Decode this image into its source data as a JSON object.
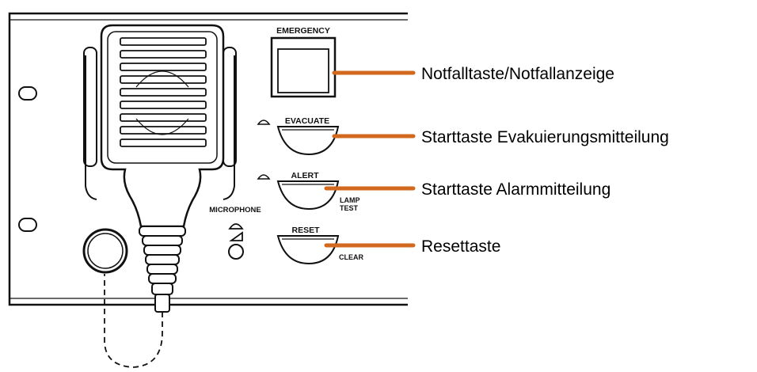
{
  "panel": {
    "labels": {
      "emergency": "EMERGENCY",
      "evacuate": "EVACUATE",
      "alert": "ALERT",
      "lamp": "LAMP",
      "test": "TEST",
      "reset": "RESET",
      "clear": "CLEAR",
      "microphone": "MICROPHONE"
    }
  },
  "callouts": [
    {
      "text": "Notfalltaste/Notfallanzeige"
    },
    {
      "text": "Starttaste Evakuierungsmitteilung"
    },
    {
      "text": "Starttaste Alarmmitteilung"
    },
    {
      "text": "Resettaste"
    }
  ],
  "colors": {
    "line": "#111111",
    "callout_line": "#d2691e"
  }
}
